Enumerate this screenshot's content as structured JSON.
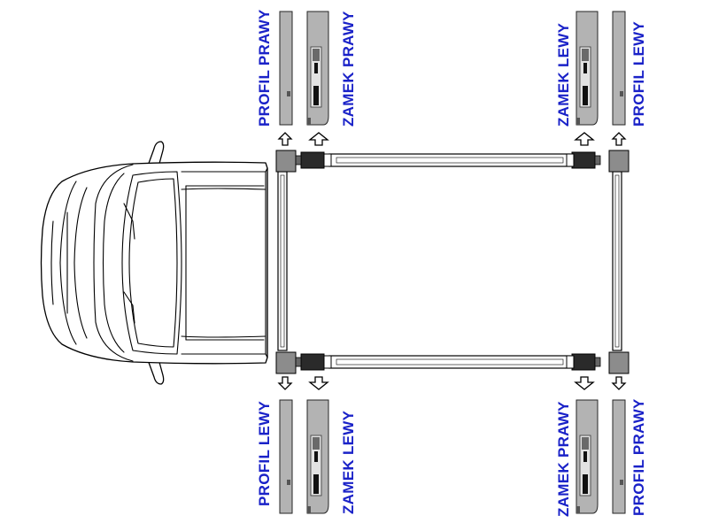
{
  "labels": {
    "top_left_profile": "PROFIL PRAWY",
    "top_left_lock": "ZAMEK PRAWY",
    "top_right_lock": "ZAMEK LEWY",
    "top_right_profile": "PROFIL LEWY",
    "bottom_left_profile": "PROFIL LEWY",
    "bottom_left_lock": "ZAMEK LEWY",
    "bottom_right_lock": "ZAMEK PRAWY",
    "bottom_right_profile": "PROFIL PRAWY"
  },
  "colors": {
    "label": "#1a22c8",
    "part_fill": "#b3b3b3",
    "outline": "#000000"
  }
}
